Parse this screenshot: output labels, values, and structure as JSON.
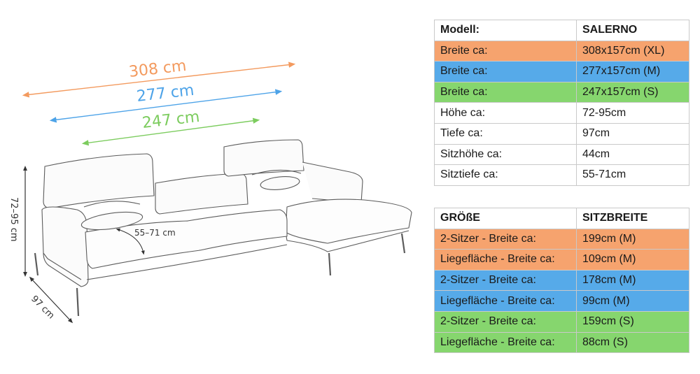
{
  "drawing": {
    "dims": {
      "width_xl": "308 cm",
      "width_m": "277 cm",
      "width_s": "247 cm",
      "seat_depth": "55–71 cm",
      "height": "72–95 cm",
      "depth": "97 cm"
    },
    "colors": {
      "orange": "#f39a5e",
      "blue": "#4da3e8",
      "green": "#7ccc5e"
    }
  },
  "table1": {
    "header": [
      "Modell:",
      "SALERNO"
    ],
    "rows": [
      {
        "label": "Breite ca:",
        "value": "308x157cm (XL)",
        "color": "orange"
      },
      {
        "label": "Breite ca:",
        "value": "277x157cm (M)",
        "color": "blue"
      },
      {
        "label": "Breite ca:",
        "value": "247x157cm (S)",
        "color": "green"
      },
      {
        "label": "Höhe ca:",
        "value": "72-95cm",
        "color": "white"
      },
      {
        "label": "Tiefe ca:",
        "value": "97cm",
        "color": "white"
      },
      {
        "label": "Sitzhöhe ca:",
        "value": "44cm",
        "color": "white"
      },
      {
        "label": "Sitztiefe ca:",
        "value": "55-71cm",
        "color": "white"
      }
    ]
  },
  "table2": {
    "header": [
      "GRÖßE",
      "SITZBREITE"
    ],
    "rows": [
      {
        "label": "2-Sitzer - Breite ca:",
        "value": "199cm (M)",
        "color": "orange"
      },
      {
        "label": "Liegefläche - Breite ca:",
        "value": "109cm (M)",
        "color": "orange"
      },
      {
        "label": "2-Sitzer - Breite ca:",
        "value": "178cm (M)",
        "color": "blue"
      },
      {
        "label": "Liegefläche - Breite ca:",
        "value": "99cm (M)",
        "color": "blue"
      },
      {
        "label": "2-Sitzer - Breite ca:",
        "value": "159cm (S)",
        "color": "green"
      },
      {
        "label": "Liegefläche - Breite ca:",
        "value": "88cm (S)",
        "color": "green"
      }
    ]
  }
}
